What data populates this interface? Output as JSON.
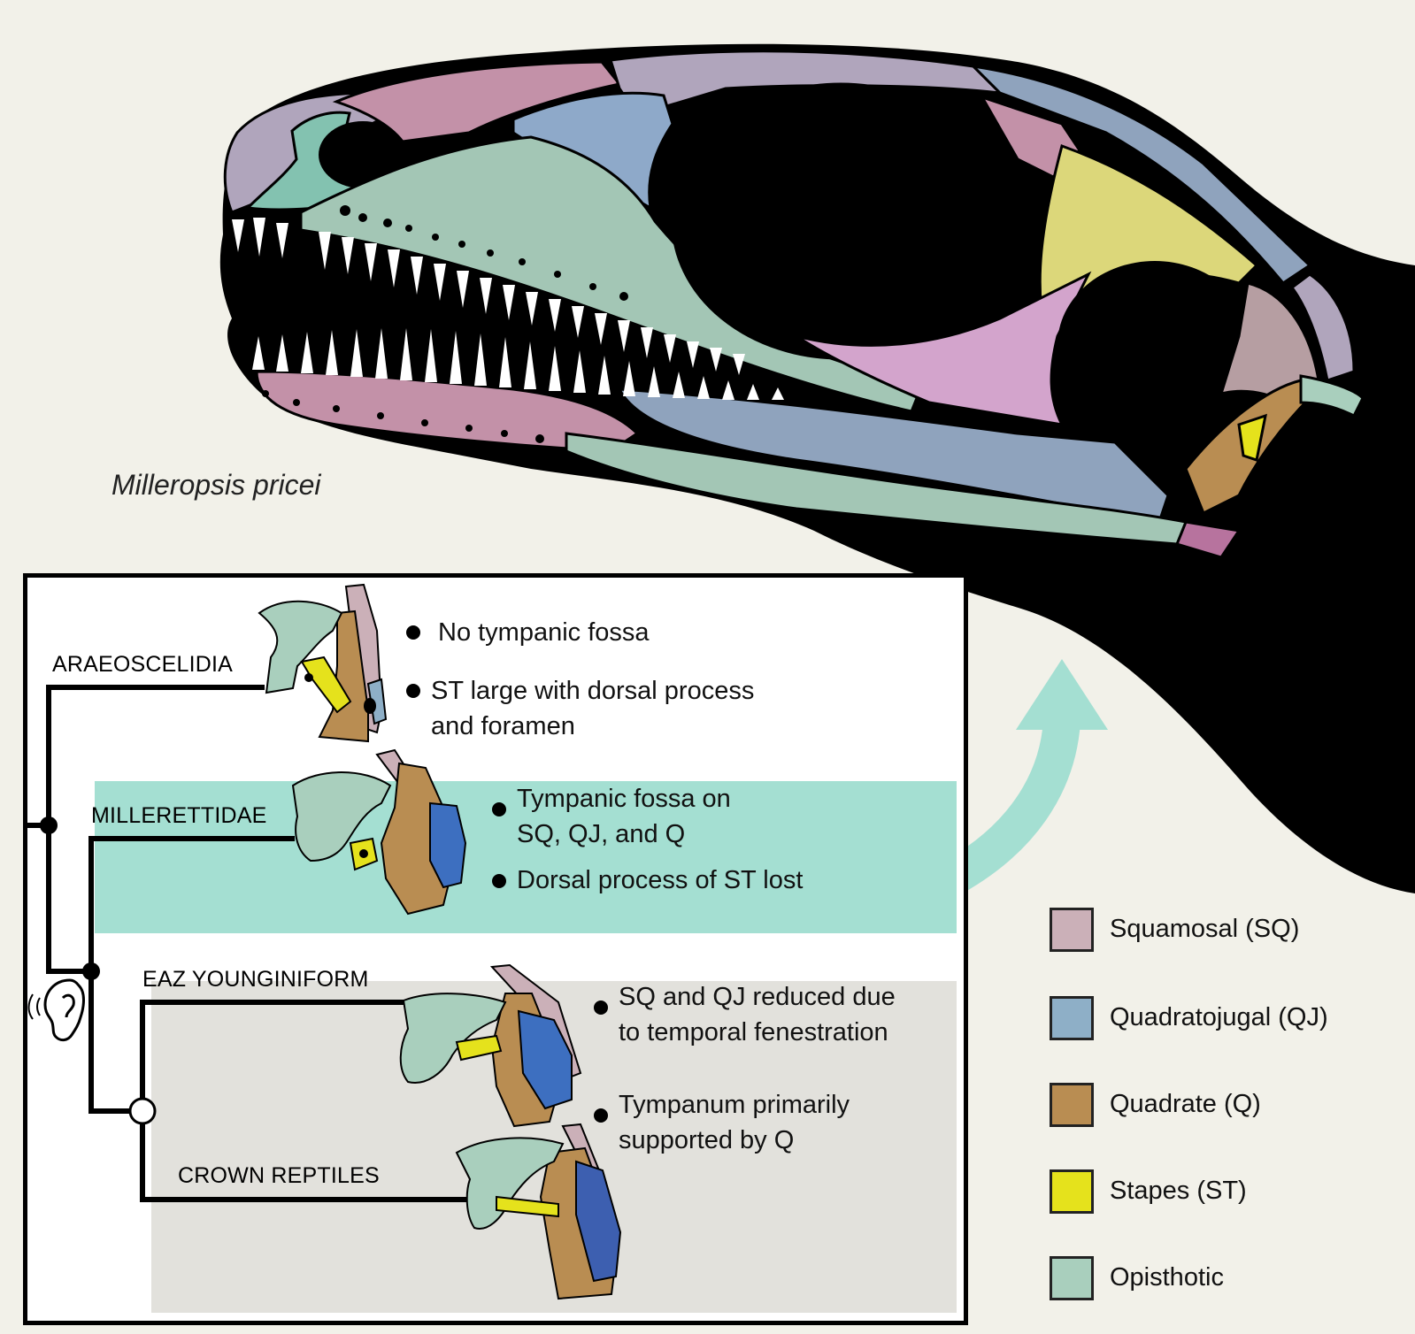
{
  "species_name": "Milleropsis pricei",
  "clades": {
    "araeoscelidia": "ARAEOSCELIDIA",
    "millerettidae": "MILLERETTIDAE",
    "eaz_younginiform": "EAZ YOUNGINIFORM",
    "crown_reptiles": "CROWN REPTILES"
  },
  "notes": {
    "araeoscelidia": [
      "No tympanic fossa",
      "ST large with dorsal process",
      "and foramen"
    ],
    "millerettidae": [
      "Tympanic fossa on",
      "SQ, QJ, and Q",
      "Dorsal process of ST lost"
    ],
    "reptiles": [
      "SQ and QJ reduced due",
      "to temporal fenestration",
      "Tympanum primarily",
      "supported by Q"
    ]
  },
  "legend": [
    {
      "label": "Squamosal (SQ)",
      "color": "#cbb0b8"
    },
    {
      "label": "Quadratojugal (QJ)",
      "color": "#8eafc7"
    },
    {
      "label": "Quadrate (Q)",
      "color": "#b98d52"
    },
    {
      "label": "Stapes (ST)",
      "color": "#e5e21c"
    },
    {
      "label": "Opisthotic",
      "color": "#a9cfbd"
    }
  ],
  "colors": {
    "background": "#f2f1e9",
    "millerettidae_band": "#a4dfd2",
    "reptile_band": "#e2e1dc",
    "arrow": "#a4dfd2"
  },
  "icons": [
    "ear-icon",
    "curved-arrow"
  ]
}
